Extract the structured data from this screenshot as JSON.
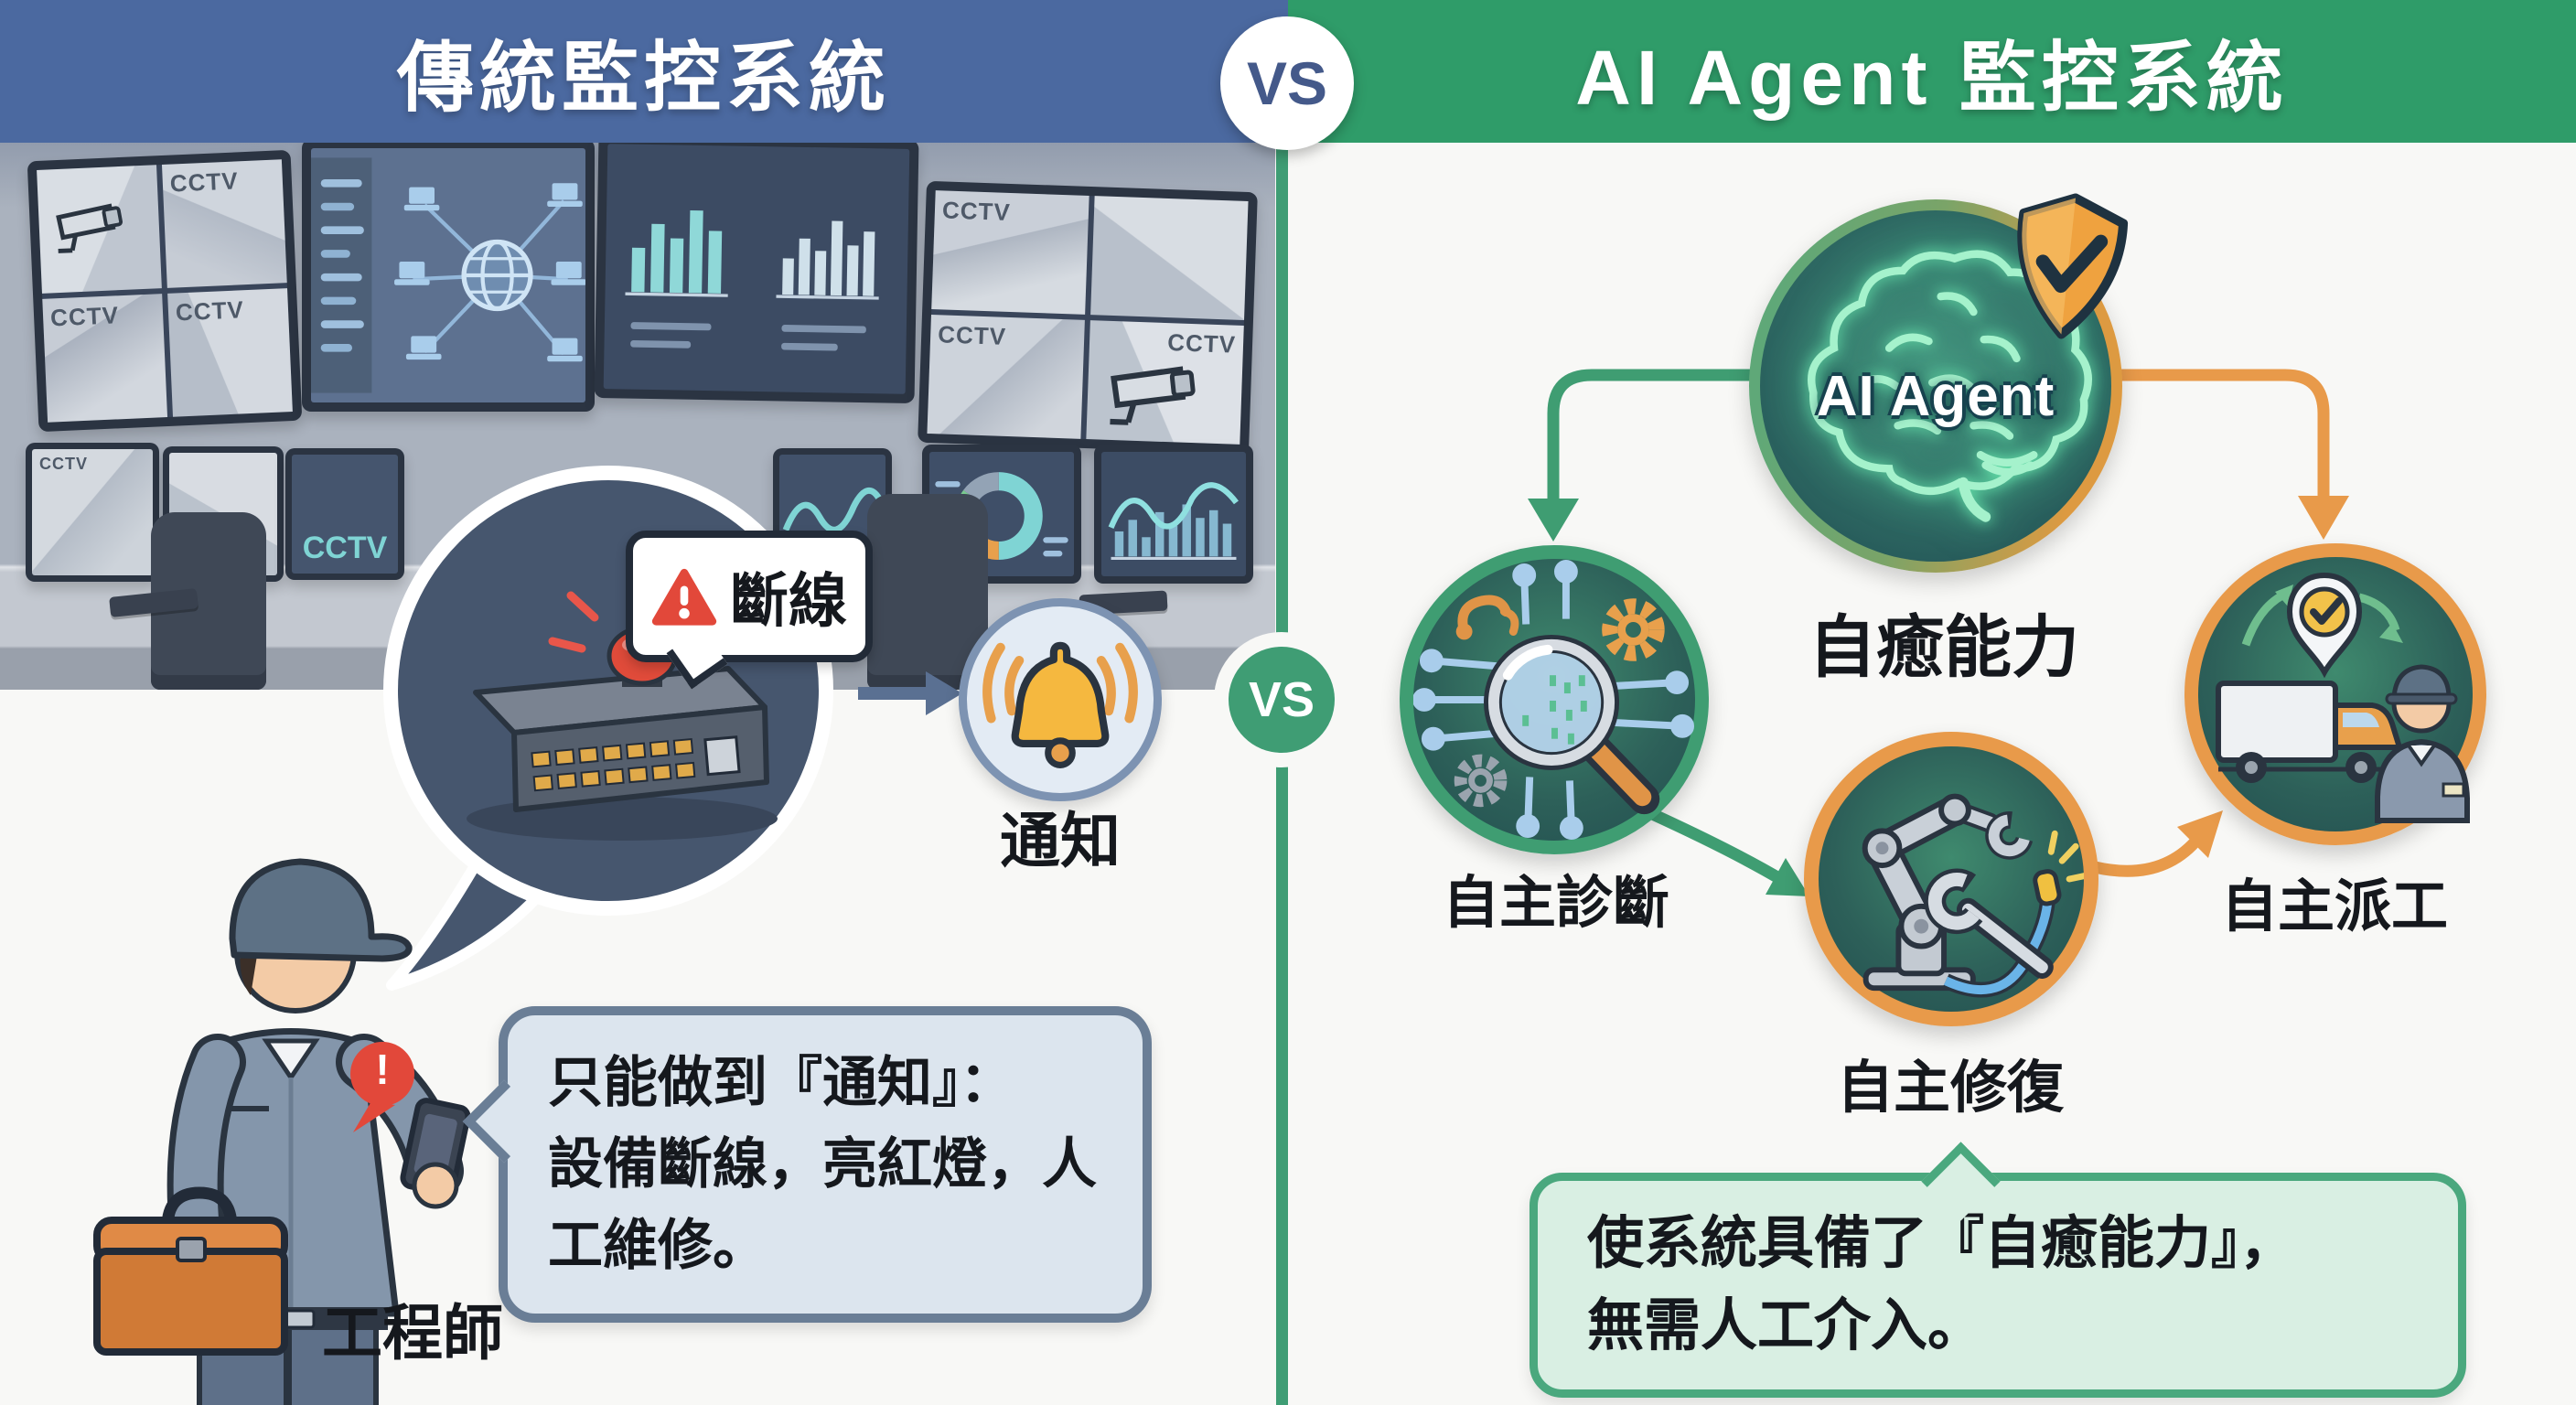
{
  "headers": {
    "left_title": "傳統監控系統",
    "right_title": "AI Agent 監控系統",
    "vs": "VS"
  },
  "left_panel": {
    "cctv_label": "CCTV",
    "alert_bubble_text": "斷線",
    "notify_label": "通知",
    "exclamation": "!",
    "speech_bubble": {
      "line1": "只能做到『通知』：",
      "line2": "設備斷線，亮紅燈，人",
      "line3": "工維修。"
    },
    "engineer_label": "工程師"
  },
  "right_panel": {
    "agent_label": "AI Agent",
    "healing_label": "自癒能力",
    "diagnose_label": "自主診斷",
    "repair_label": "自主修復",
    "dispatch_label": "自主派工",
    "summary_bubble": {
      "line1": "使系統具備了『自癒能力』，",
      "line2": "無需人工介入。"
    }
  },
  "colors": {
    "left_header_bg": "#4b69a0",
    "right_header_bg": "#2f9c69",
    "divider_green": "#3f9d74",
    "accent_green": "#3f9d72",
    "accent_orange": "#e89a4a",
    "alert_red": "#e2483a",
    "bell_gold": "#f5b83f"
  }
}
